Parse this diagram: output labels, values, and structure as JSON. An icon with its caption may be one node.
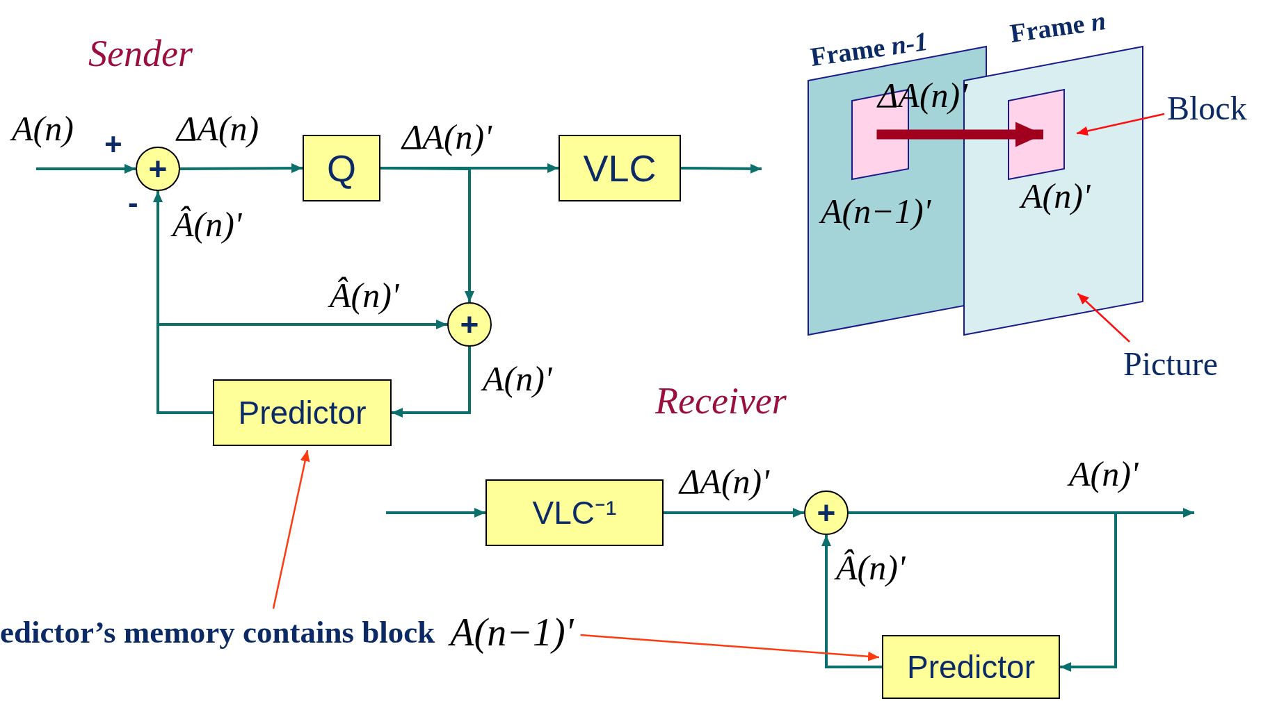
{
  "diagram": {
    "nodes": [
      {
        "text": [
          "+"
        ]
      },
      {
        "text": [
          "Q"
        ]
      },
      {
        "text": [
          "VLC"
        ]
      },
      {
        "text": [
          "+"
        ]
      },
      {
        "text": [
          "Predictor"
        ]
      },
      {
        "text": [
          "VLC⁻¹"
        ]
      },
      {
        "text": [
          "+"
        ]
      },
      {
        "text": [
          "Predictor"
        ]
      },
      {
        "text": [
          "edictor’s memory contains block",
          "A(n−1)'"
        ]
      },
      {
        "text": [
          "Frame *n-1*"
        ]
      },
      {
        "text": [],
        "shape": "box",
        "in": 9,
        "beside": [
          "A(n−1)'"
        ]
      },
      {
        "text": [
          "Frame *n*"
        ]
      },
      {
        "text": [],
        "shape": "box",
        "in": 11,
        "beside": [
          "A(n)'"
        ]
      },
      {
        "text": [
          "Block"
        ]
      },
      {
        "text": [
          "Picture"
        ]
      }
    ],
    "edges": [
      {
        "from": null,
        "to": 0,
        "arrow": "to",
        "label": "A(n)"
      },
      {
        "from": 0,
        "to": 1,
        "arrow": "to",
        "label": "ΔA(n)"
      },
      {
        "from": 1,
        "to": 2,
        "arrow": "to",
        "label": "ΔA(n)'"
      },
      {
        "from": 2,
        "to": null,
        "arrow": "to"
      },
      {
        "from": 1,
        "to": 3,
        "arrow": "to"
      },
      {
        "from": 4,
        "to": 0,
        "arrow": "to",
        "label": "Â(n)'"
      },
      {
        "from": 4,
        "to": 3,
        "arrow": "to",
        "label": "Â(n)'"
      },
      {
        "from": 3,
        "to": 4,
        "arrow": "to",
        "label": "A(n)'"
      },
      {
        "from": null,
        "to": 5,
        "arrow": "to"
      },
      {
        "from": 5,
        "to": 6,
        "arrow": "to",
        "label": "ΔA(n)'"
      },
      {
        "from": 6,
        "to": null,
        "arrow": "to",
        "label": "A(n)'"
      },
      {
        "from": 6,
        "to": 7,
        "arrow": "to"
      },
      {
        "from": 7,
        "to": 6,
        "arrow": "to",
        "label": "Â(n)'"
      },
      {
        "from": 8,
        "to": 4,
        "arrow": "to",
        "color": "#ff3a10"
      },
      {
        "from": 8,
        "to": 7,
        "arrow": "to",
        "color": "#ff3a10"
      },
      {
        "from": 10,
        "to": 12,
        "arrow": "to",
        "style": "thick",
        "color": "#a0001e",
        "label": "ΔA(n)'"
      },
      {
        "from": 13,
        "to": 12,
        "arrow": "to",
        "color": "#ff1010"
      },
      {
        "from": 14,
        "to": 11,
        "arrow": "to",
        "color": "#ff1010"
      }
    ],
    "labels": [
      "Sender",
      "+",
      "-",
      "Receiver"
    ]
  }
}
